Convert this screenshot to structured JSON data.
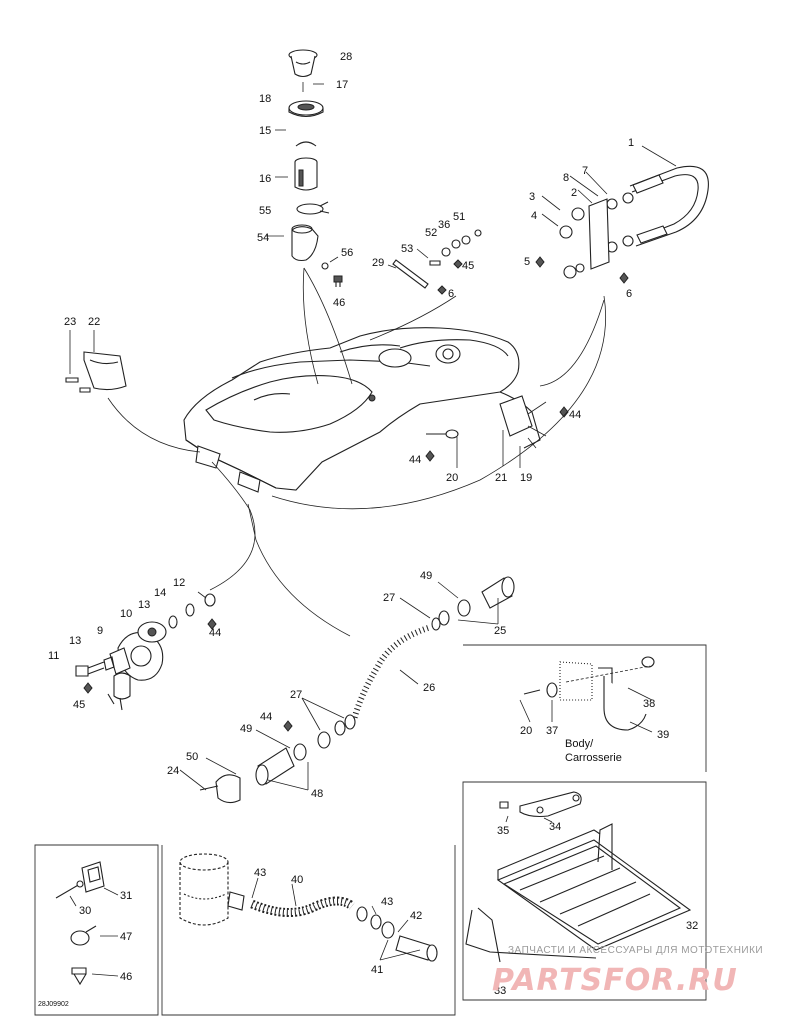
{
  "callouts": [
    {
      "id": "c28",
      "text": "28"
    },
    {
      "id": "c17",
      "text": "17"
    },
    {
      "id": "c18",
      "text": "18"
    },
    {
      "id": "c15",
      "text": "15"
    },
    {
      "id": "c16",
      "text": "16"
    },
    {
      "id": "c55",
      "text": "55"
    },
    {
      "id": "c54",
      "text": "54"
    },
    {
      "id": "c56",
      "text": "56"
    },
    {
      "id": "c46a",
      "text": "46"
    },
    {
      "id": "c29",
      "text": "29"
    },
    {
      "id": "c6a",
      "text": "6"
    },
    {
      "id": "c53",
      "text": "53"
    },
    {
      "id": "c52",
      "text": "52"
    },
    {
      "id": "c36",
      "text": "36"
    },
    {
      "id": "c51",
      "text": "51"
    },
    {
      "id": "c45a",
      "text": "45"
    },
    {
      "id": "c1",
      "text": "1"
    },
    {
      "id": "c7",
      "text": "7"
    },
    {
      "id": "c8",
      "text": "8"
    },
    {
      "id": "c2",
      "text": "2"
    },
    {
      "id": "c3",
      "text": "3"
    },
    {
      "id": "c4",
      "text": "4"
    },
    {
      "id": "c5",
      "text": "5"
    },
    {
      "id": "c6b",
      "text": "6"
    },
    {
      "id": "c23",
      "text": "23"
    },
    {
      "id": "c22",
      "text": "22"
    },
    {
      "id": "c44a",
      "text": "44"
    },
    {
      "id": "c44b",
      "text": "44"
    },
    {
      "id": "c20a",
      "text": "20"
    },
    {
      "id": "c21",
      "text": "21"
    },
    {
      "id": "c19",
      "text": "19"
    },
    {
      "id": "c12",
      "text": "12"
    },
    {
      "id": "c14",
      "text": "14"
    },
    {
      "id": "c13a",
      "text": "13"
    },
    {
      "id": "c10",
      "text": "10"
    },
    {
      "id": "c9",
      "text": "9"
    },
    {
      "id": "c44c",
      "text": "44"
    },
    {
      "id": "c13b",
      "text": "13"
    },
    {
      "id": "c11",
      "text": "11"
    },
    {
      "id": "c45b",
      "text": "45"
    },
    {
      "id": "c49a",
      "text": "49"
    },
    {
      "id": "c27a",
      "text": "27"
    },
    {
      "id": "c25",
      "text": "25"
    },
    {
      "id": "c26",
      "text": "26"
    },
    {
      "id": "c27b",
      "text": "27"
    },
    {
      "id": "c44d",
      "text": "44"
    },
    {
      "id": "c49b",
      "text": "49"
    },
    {
      "id": "c50",
      "text": "50"
    },
    {
      "id": "c24",
      "text": "24"
    },
    {
      "id": "c48",
      "text": "48"
    },
    {
      "id": "c38",
      "text": "38"
    },
    {
      "id": "c20b",
      "text": "20"
    },
    {
      "id": "c37",
      "text": "37"
    },
    {
      "id": "c39",
      "text": "39"
    },
    {
      "id": "c35",
      "text": "35"
    },
    {
      "id": "c34",
      "text": "34"
    },
    {
      "id": "c32",
      "text": "32"
    },
    {
      "id": "c33",
      "text": "33"
    },
    {
      "id": "c31",
      "text": "31"
    },
    {
      "id": "c30",
      "text": "30"
    },
    {
      "id": "c47",
      "text": "47"
    },
    {
      "id": "c46b",
      "text": "46"
    },
    {
      "id": "c43a",
      "text": "43"
    },
    {
      "id": "c40",
      "text": "40"
    },
    {
      "id": "c43b",
      "text": "43"
    },
    {
      "id": "c42",
      "text": "42"
    },
    {
      "id": "c41",
      "text": "41"
    }
  ],
  "notes": {
    "body_line1": "Body/",
    "body_line2": "Carrosserie",
    "drawing_code": "28J09902"
  },
  "watermark": {
    "line1": "ЗАПЧАСТИ И АКСЕССУАРЫ ДЛЯ МОТОТЕХНИКИ",
    "line2": "PARTSFOR.RU"
  },
  "colors": {
    "ink": "#111111",
    "watermark_gray": "#9a9a9a",
    "watermark_red": "#f1b6b6"
  }
}
